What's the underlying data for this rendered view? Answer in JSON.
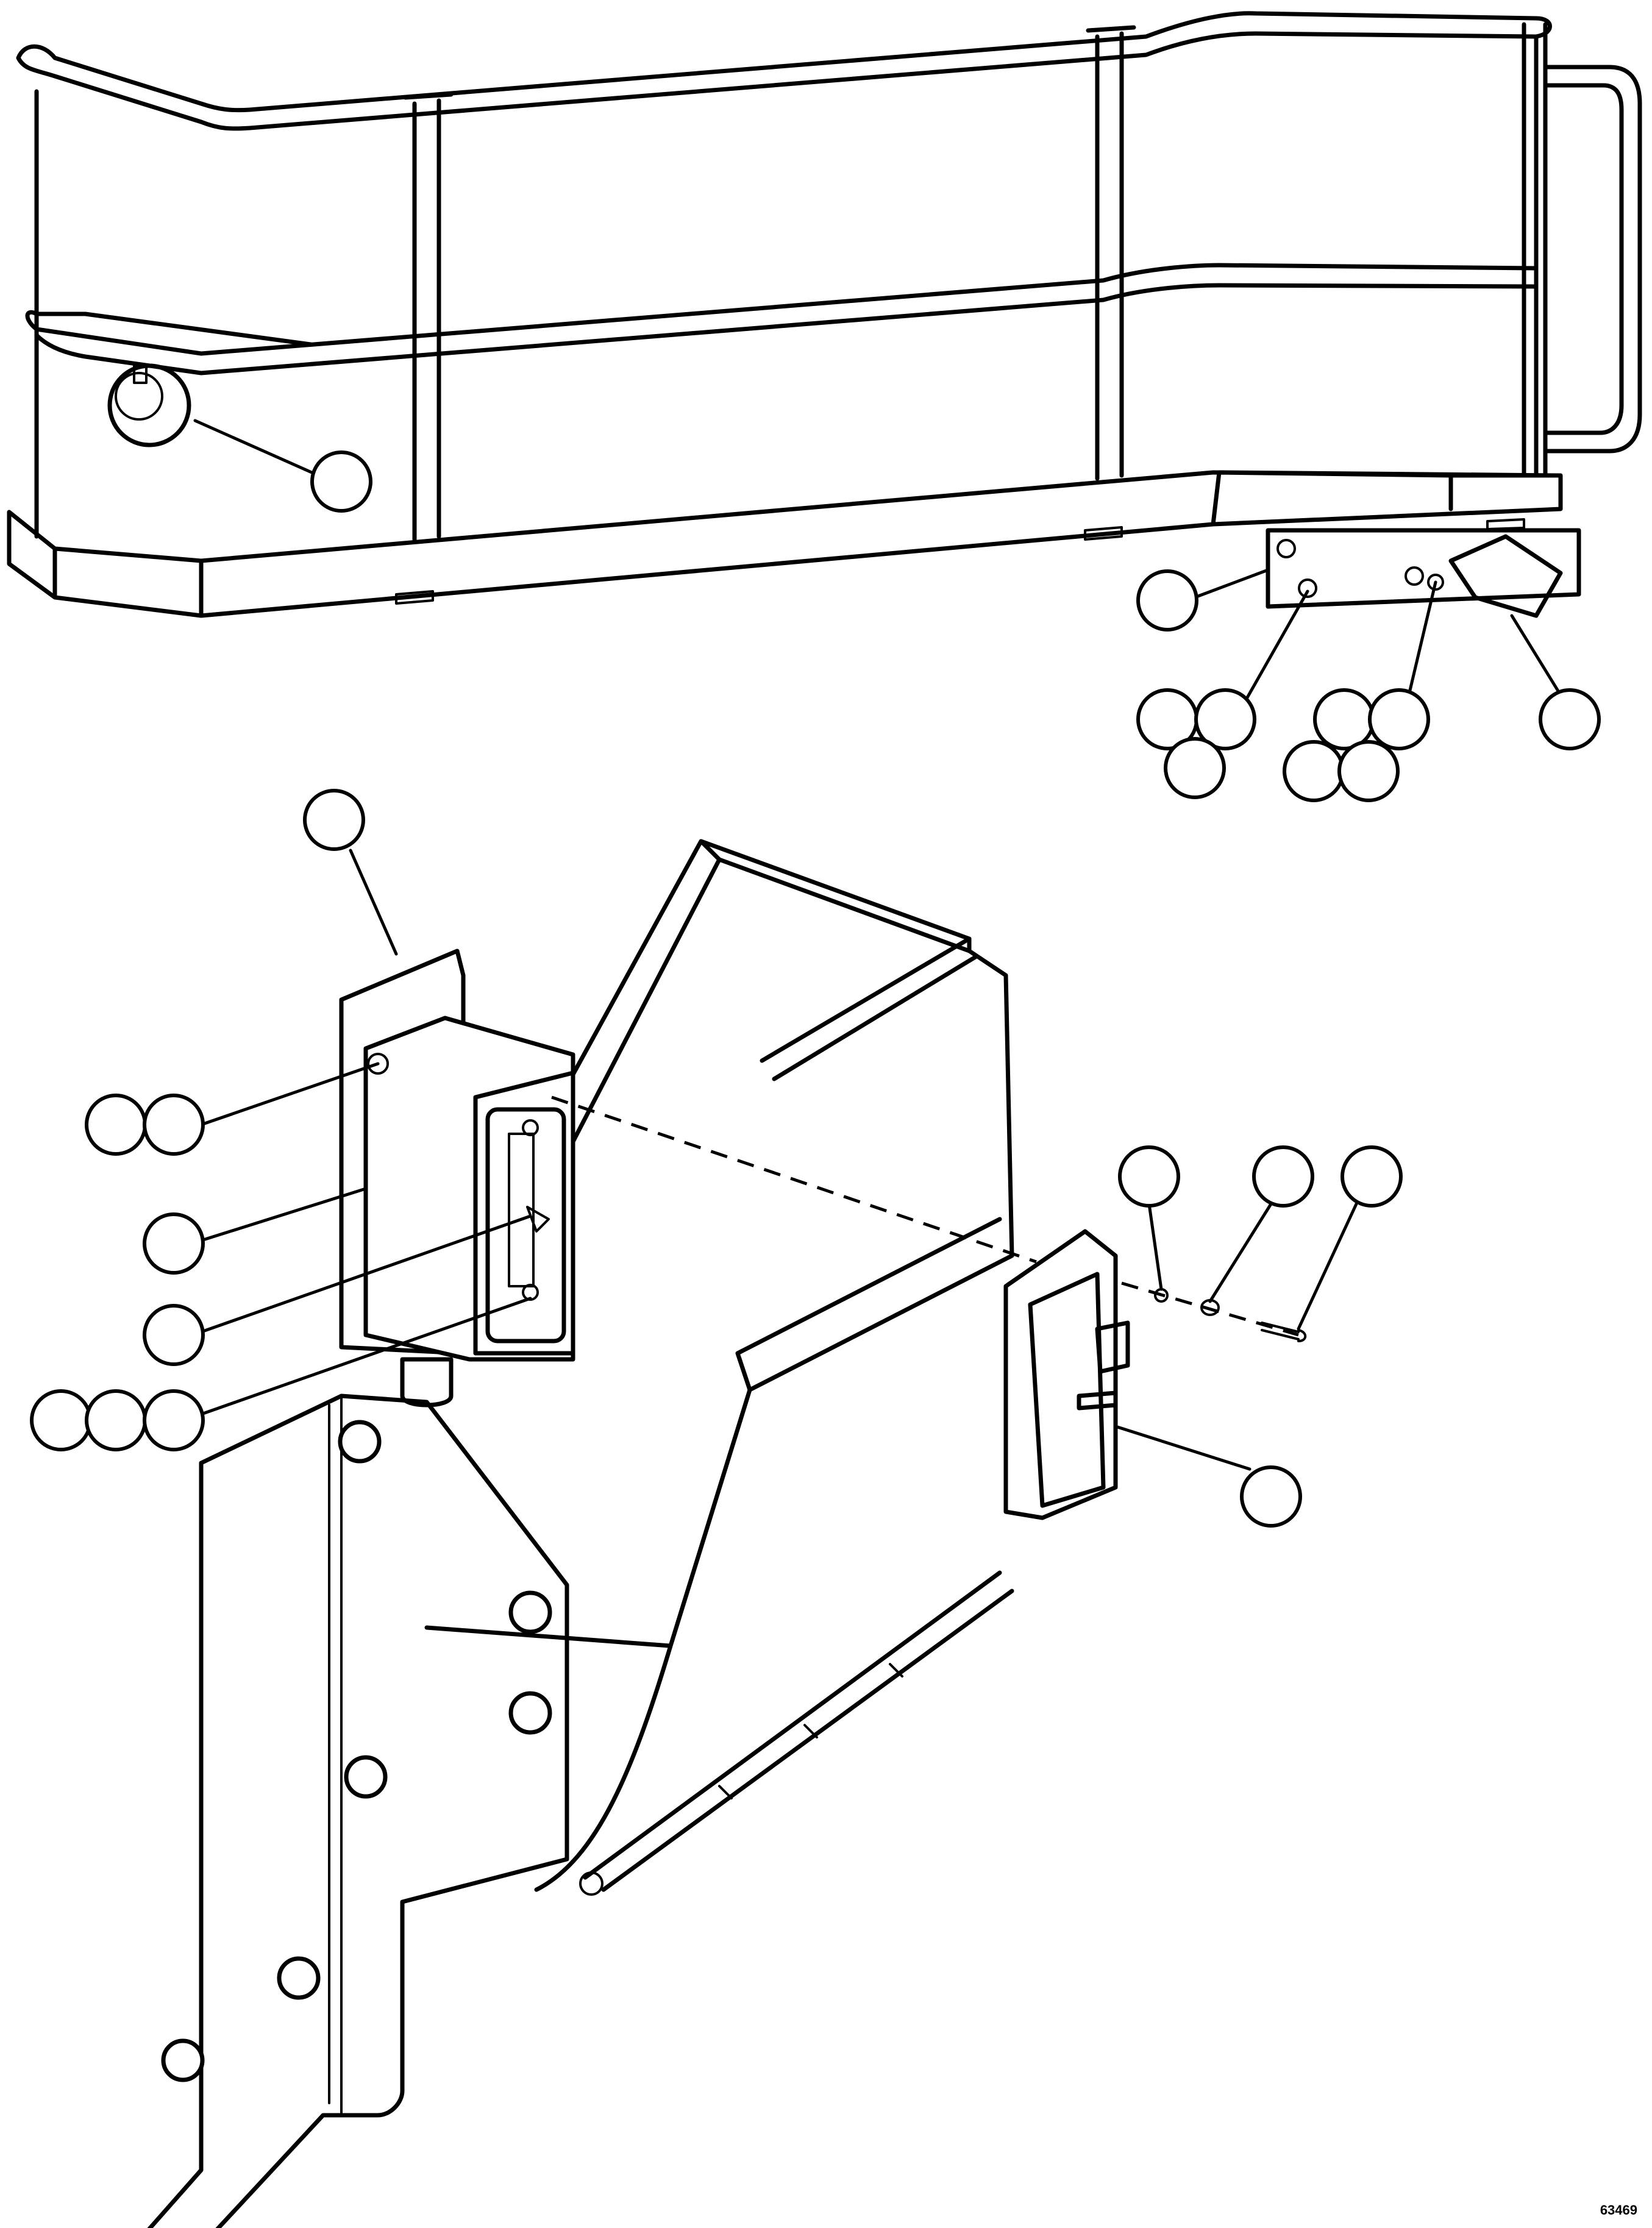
{
  "drawing": {
    "figure_number": "63469"
  },
  "balloons": [
    {
      "id": "balloon-1",
      "text": ""
    },
    {
      "id": "balloon-2",
      "text": ""
    },
    {
      "id": "balloon-3",
      "text": ""
    },
    {
      "id": "balloon-4",
      "text": ""
    },
    {
      "id": "balloon-5",
      "text": ""
    },
    {
      "id": "balloon-6",
      "text": ""
    },
    {
      "id": "balloon-7",
      "text": ""
    },
    {
      "id": "balloon-8",
      "text": ""
    },
    {
      "id": "balloon-9",
      "text": ""
    },
    {
      "id": "balloon-10",
      "text": ""
    },
    {
      "id": "balloon-11",
      "text": ""
    },
    {
      "id": "balloon-12",
      "text": ""
    },
    {
      "id": "balloon-13",
      "text": ""
    },
    {
      "id": "balloon-14",
      "text": ""
    },
    {
      "id": "balloon-15",
      "text": ""
    },
    {
      "id": "balloon-16",
      "text": ""
    },
    {
      "id": "balloon-17",
      "text": ""
    },
    {
      "id": "balloon-18",
      "text": ""
    },
    {
      "id": "balloon-19",
      "text": ""
    },
    {
      "id": "balloon-20",
      "text": ""
    },
    {
      "id": "balloon-21",
      "text": ""
    },
    {
      "id": "balloon-22",
      "text": ""
    },
    {
      "id": "balloon-23",
      "text": ""
    },
    {
      "id": "balloon-24",
      "text": ""
    }
  ]
}
